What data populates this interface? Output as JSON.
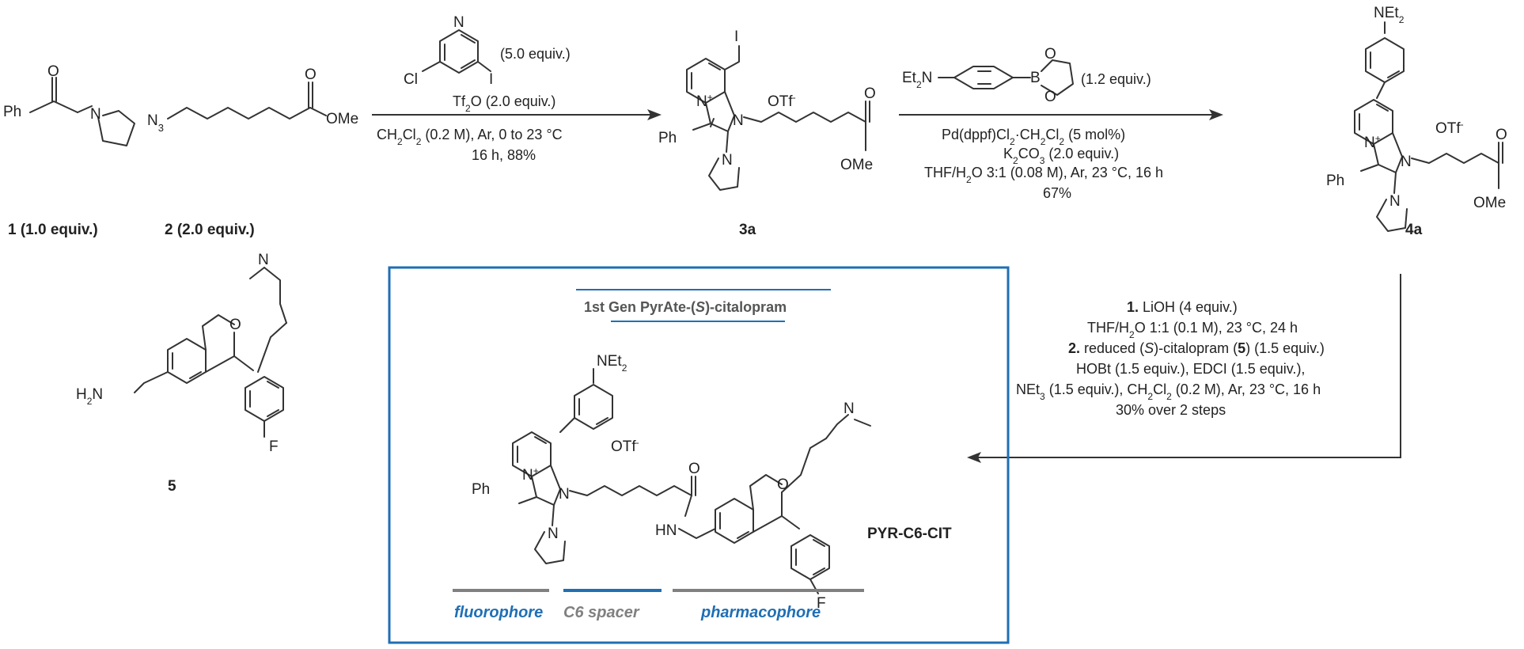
{
  "colors": {
    "box_border": "#1f6fb4",
    "fluorophore": "#1f6fb4",
    "spacer": "#808080",
    "pharmacophore": "#1f6fb4",
    "divider_blue": "#1f6fb4",
    "divider_gray": "#808080"
  },
  "compounds": {
    "c1": {
      "label": "1 (1.0 equiv.)",
      "ph": "Ph",
      "o": "O",
      "n": "N"
    },
    "c2": {
      "label": "2 (2.0 equiv.)",
      "n3": "N",
      "n3sub": "3",
      "o": "O",
      "ome": "OMe"
    },
    "c3a": {
      "label": "3a",
      "i": "I",
      "nplus": "N",
      "plus": "+",
      "n": "N",
      "n2": "N",
      "otf": "OTf",
      "otfsup": "-",
      "ph": "Ph",
      "o": "O",
      "ome": "OMe"
    },
    "c4a": {
      "label": "4a",
      "net2": "NEt",
      "net2sub": "2",
      "nplus": "N",
      "plus": "+",
      "n": "N",
      "n2": "N",
      "otf": "OTf",
      "otfsup": "-",
      "ph": "Ph",
      "o": "O",
      "ome": "OMe"
    },
    "c5": {
      "label": "5",
      "nme2": "N",
      "o": "O",
      "h2n": "H",
      "h2nsub": "2",
      "h2nN": "N",
      "f": "F"
    },
    "final": {
      "label": "PYR-C6-CIT",
      "net2": "NEt",
      "net2sub": "2",
      "otf": "OTf",
      "otfsup": "-",
      "nplus": "N",
      "plus": "+",
      "n": "N",
      "n2": "N",
      "ph": "Ph",
      "o": "O",
      "hn": "HN",
      "o2": "O",
      "nme2": "N",
      "f": "F"
    }
  },
  "step1": {
    "reagent_equiv": "(5.0 equiv.)",
    "cl": "Cl",
    "n": "N",
    "i": "I",
    "tf2o_a": "Tf",
    "tf2o_sub": "2",
    "tf2o_b": "O (2.0 equiv.)",
    "cond_a": "CH",
    "cond_sub1": "2",
    "cond_b": "Cl",
    "cond_sub2": "2",
    "cond_c": " (0.2 M), Ar, 0 to 23 °C",
    "cond_line2": "16 h, 88%"
  },
  "step2": {
    "reagent_equiv": "(1.2 equiv.)",
    "et2n": "Et",
    "et2nsub": "2",
    "et2nN": "N",
    "b": "B",
    "o1": "O",
    "o2": "O",
    "line1_a": "Pd(dppf)Cl",
    "line1_s1": "2",
    "line1_b": "·CH",
    "line1_s2": "2",
    "line1_c": "Cl",
    "line1_s3": "2",
    "line1_d": " (5 mol%)",
    "line2_a": "K",
    "line2_s1": "2",
    "line2_b": "CO",
    "line2_s2": "3",
    "line2_c": " (2.0 equiv.)",
    "line3_a": "THF/H",
    "line3_s1": "2",
    "line3_b": "O 3:1 (0.08 M), Ar, 23 °C, 16 h",
    "line4": "67%"
  },
  "step3": {
    "l1_num": "1.",
    "l1_text": " LiOH (4 equiv.)",
    "l2_a": "THF/H",
    "l2_s": "2",
    "l2_b": "O 1:1 (0.1 M), 23 °C, 24 h",
    "l3_num": "2.",
    "l3_a": " reduced (",
    "l3_s": "S",
    "l3_b": ")-citalopram (",
    "l3_5": "5",
    "l3_c": ") (1.5 equiv.)",
    "l4": "HOBt (1.5 equiv.), EDCI (1.5 equiv.),",
    "l5_a": "NEt",
    "l5_s": "3",
    "l5_b": " (1.5 equiv.), CH",
    "l5_s2": "2",
    "l5_c": "Cl",
    "l5_s3": "2",
    "l5_d": " (0.2 M), Ar, 23 °C, 16 h",
    "l6": "30% over 2 steps"
  },
  "box": {
    "title_a": "1st Gen PyrAte-(",
    "title_s": "S",
    "title_b": ")-citalopram",
    "seg_fluorophore": "fluorophore",
    "seg_spacer": "C6 spacer",
    "seg_pharmacophore": "pharmacophore"
  }
}
